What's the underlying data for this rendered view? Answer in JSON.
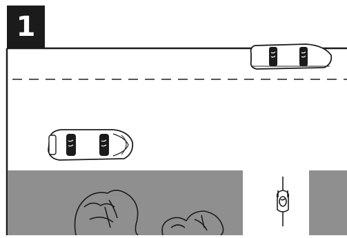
{
  "panel": {
    "number": "1"
  },
  "colors": {
    "ink": "#1b1b1b",
    "sidewalk": "#8f8f8f",
    "road": "#ffffff",
    "crosswalk": "#ffffff"
  },
  "scene": {
    "elements": [
      "road",
      "dashed-lane-divider",
      "car-upper-lane",
      "car-lower-lane",
      "sidewalk",
      "pedestrian-crossing-gap",
      "pedestrians",
      "walker-top-view"
    ]
  }
}
